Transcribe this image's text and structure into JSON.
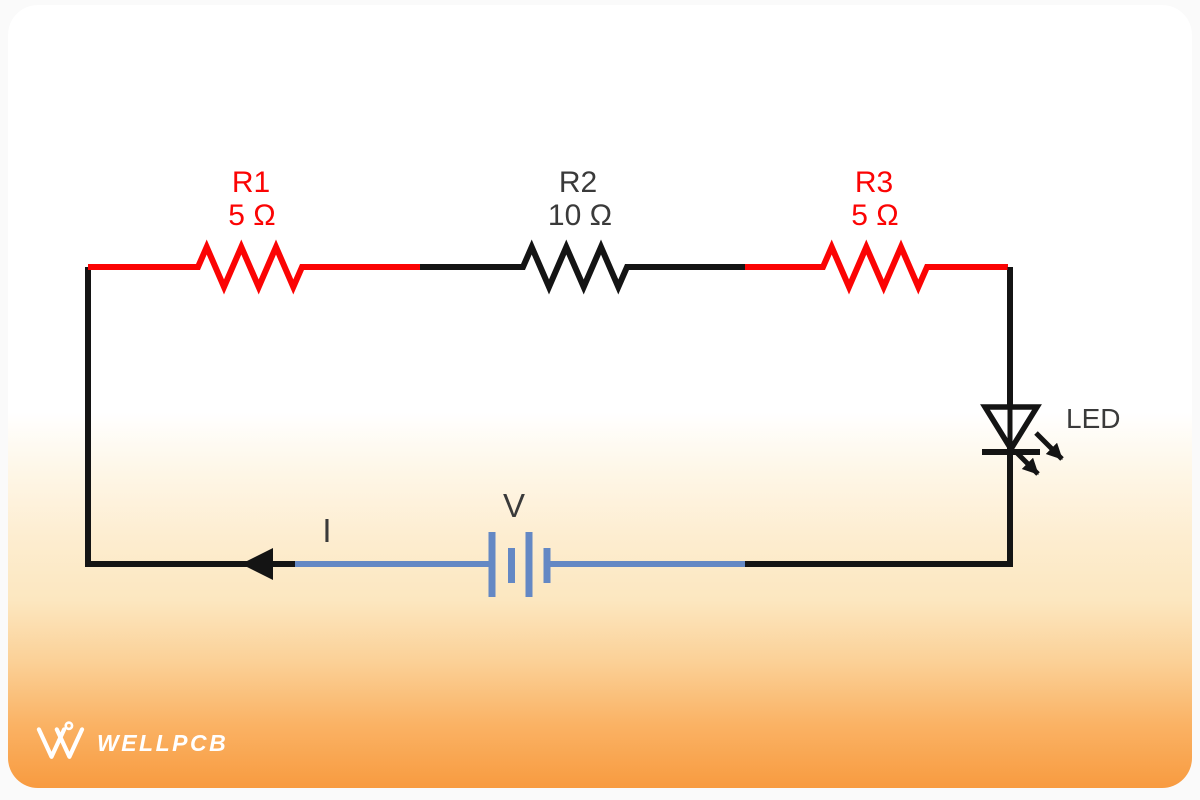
{
  "colors": {
    "wire_black": "#141414",
    "resistor_red": "#fb0404",
    "battery_blue": "#6488c4",
    "label_dark": "#3a3a3a",
    "card_orange": "#f89b40",
    "logo_white": "#ffffff"
  },
  "circuit": {
    "resistors": [
      {
        "name": "R1",
        "value": "5 Ω"
      },
      {
        "name": "R2",
        "value": "10 Ω"
      },
      {
        "name": "R3",
        "value": "5 Ω"
      }
    ],
    "led": {
      "label": "LED"
    },
    "battery": {
      "label": "V"
    },
    "current": {
      "label": "I"
    }
  },
  "brand": {
    "logo_text": "WELLPCB"
  }
}
